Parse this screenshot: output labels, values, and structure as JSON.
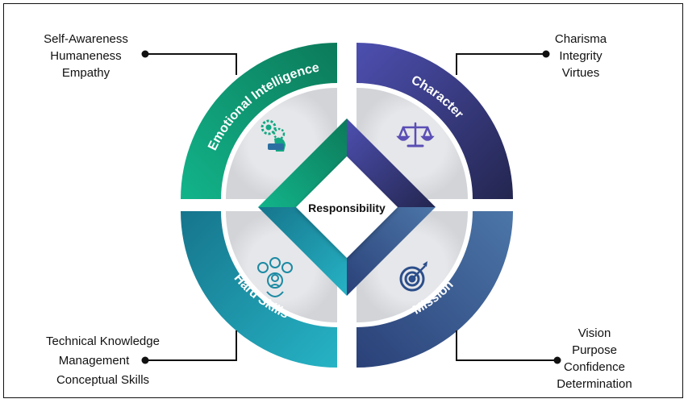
{
  "center_label": "Responsibility",
  "quadrants": {
    "top_left": {
      "title": "Emotional Intelligence",
      "icon": "brain-gear-icon",
      "color": "#1aa983",
      "traits": [
        "Self-Awareness",
        "Humaneness",
        "Empathy"
      ]
    },
    "top_right": {
      "title": "Character",
      "icon": "scales-icon",
      "color": "#3d3f96",
      "traits": [
        "Charisma",
        "Integrity",
        "Virtues"
      ]
    },
    "bottom_left": {
      "title": "Hard Skills",
      "icon": "people-network-icon",
      "color": "#198ea6",
      "traits": [
        "Technical Knowledge",
        "Management",
        "Conceptual Skills"
      ]
    },
    "bottom_right": {
      "title": "Mission",
      "icon": "target-icon",
      "color": "#33508a",
      "traits": [
        "Vision",
        "Purpose",
        "Confidence",
        "Determination"
      ]
    }
  }
}
